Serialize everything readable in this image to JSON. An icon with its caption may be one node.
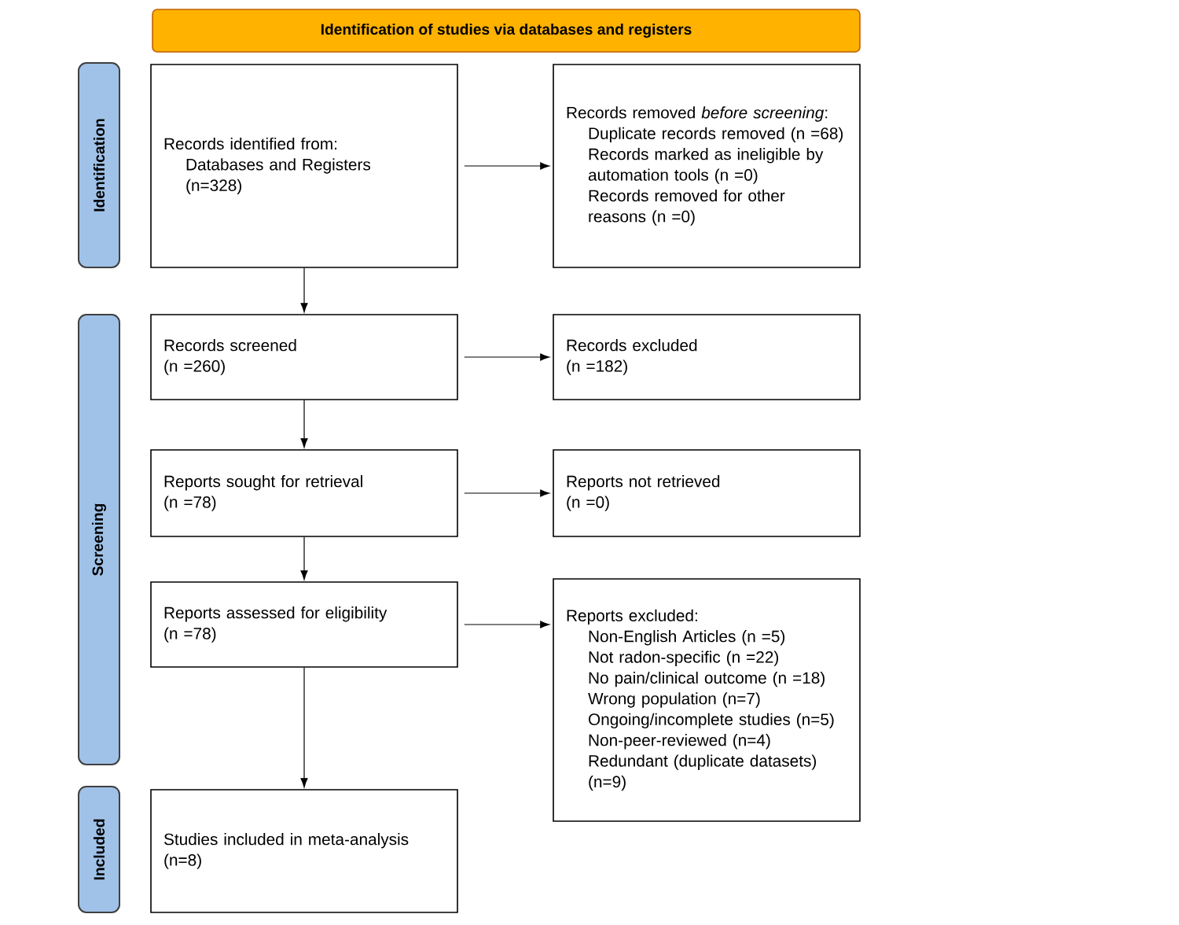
{
  "diagram": {
    "nodes": [
      {
        "text": [
          "Identification of studies via databases and registers"
        ]
      },
      {
        "text": [
          "Identification"
        ]
      },
      {
        "text": [
          "Screening"
        ]
      },
      {
        "text": [
          "Included"
        ]
      },
      {
        "text": [
          "Records identified from:",
          "Databases and Registers",
          "(n=328)"
        ]
      },
      {
        "text": [
          "Records removed *before screening*:",
          "Duplicate records removed (n =68)",
          "Records marked as ineligible by automation tools (n =0)",
          "Records removed for other reasons (n =0)"
        ]
      },
      {
        "text": [
          "Records screened",
          "(n =260)"
        ]
      },
      {
        "text": [
          "Records excluded",
          "(n =182)"
        ]
      },
      {
        "text": [
          "Reports sought for retrieval",
          "(n =78)"
        ]
      },
      {
        "text": [
          "Reports not retrieved",
          "(n =0)"
        ]
      },
      {
        "text": [
          "Reports assessed for eligibility",
          "(n =78)"
        ]
      },
      {
        "text": [
          "Reports excluded:",
          "Non-English Articles (n =5)",
          "Not radon-specific (n =22)",
          "No pain/clinical outcome (n =18)",
          "Wrong population (n=7)",
          "Ongoing/incomplete studies (n=5)",
          "Non-peer-reviewed (n=4)",
          "Redundant (duplicate datasets) (n=9)"
        ]
      },
      {
        "text": [
          "Studies included in meta-analysis",
          "(n=8)"
        ]
      }
    ],
    "edges": [
      {
        "from": 4,
        "to": 5,
        "arrow": "to"
      },
      {
        "from": 4,
        "to": 6,
        "arrow": "to"
      },
      {
        "from": 6,
        "to": 7,
        "arrow": "to"
      },
      {
        "from": 6,
        "to": 8,
        "arrow": "to"
      },
      {
        "from": 8,
        "to": 9,
        "arrow": "to"
      },
      {
        "from": 8,
        "to": 10,
        "arrow": "to"
      },
      {
        "from": 10,
        "to": 11,
        "arrow": "to"
      },
      {
        "from": 10,
        "to": 12,
        "arrow": "to"
      }
    ]
  }
}
